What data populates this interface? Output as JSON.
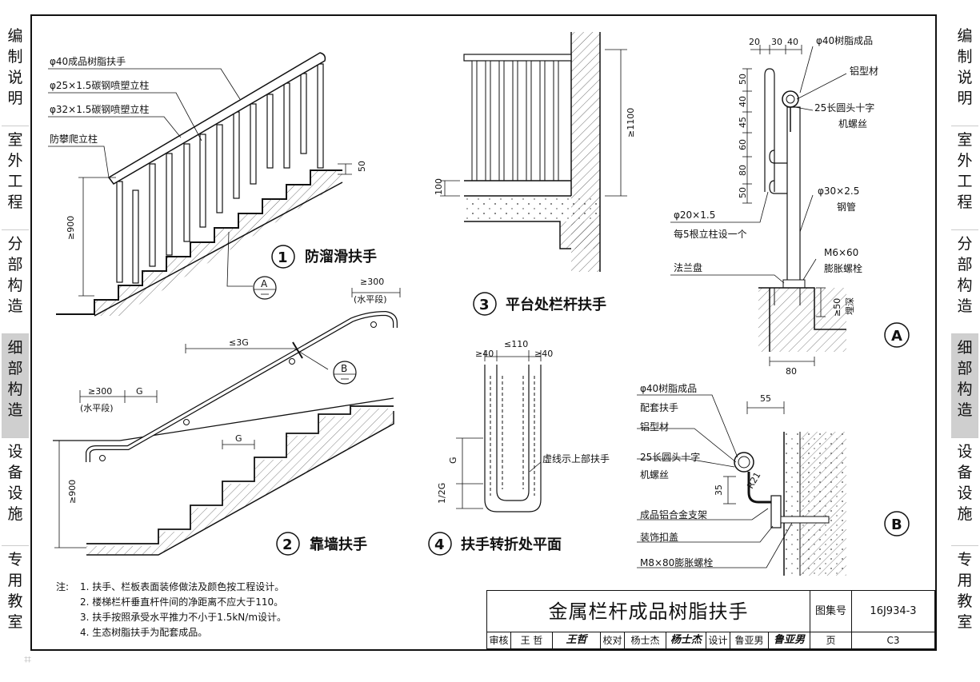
{
  "side_nav": {
    "left": [
      {
        "label": "编制说明",
        "active": false
      },
      {
        "label": "室外工程",
        "active": false
      },
      {
        "label": "分部构造",
        "active": false
      },
      {
        "label": "细部构造",
        "active": true
      },
      {
        "label": "设备设施",
        "active": false
      },
      {
        "label": "专用教室",
        "active": false
      }
    ],
    "right": [
      {
        "label": "编制说明",
        "active": false
      },
      {
        "label": "室外工程",
        "active": false
      },
      {
        "label": "分部构造",
        "active": false
      },
      {
        "label": "细部构造",
        "active": true
      },
      {
        "label": "设备设施",
        "active": false
      },
      {
        "label": "专用教室",
        "active": false
      }
    ]
  },
  "detail1": {
    "labels": [
      "φ40成品树脂扶手",
      "φ25×1.5碳钢喷塑立柱",
      "φ32×1.5碳钢喷塑立柱",
      "防攀爬立柱"
    ],
    "dim_height": "≥900",
    "dim_50": "50",
    "marker_num": "1",
    "title": "防溜滑扶手",
    "callout": "A"
  },
  "detail2": {
    "dim_top": "≥300",
    "dim_top_note": "(水平段)",
    "dim_3g": "≤3G",
    "dim_left": "≥300",
    "dim_left_g": "G",
    "dim_left_note": "(水平段)",
    "dim_g": "G",
    "dim_height": "≥900",
    "marker_num": "2",
    "title": "靠墙扶手",
    "callout": "B"
  },
  "detail3": {
    "dim_height": "≥1100",
    "dim_100": "100",
    "marker_num": "3",
    "title": "平台处栏杆扶手"
  },
  "detail4": {
    "dim_110": "≤110",
    "dim_40l": "≥40",
    "dim_40r": "≥40",
    "dim_g": "G",
    "dim_half": "1/2G",
    "note": "虚线示上部扶手",
    "marker_num": "4",
    "title": "扶手转折处平面"
  },
  "detailA": {
    "dims_top": [
      "20",
      "30",
      "40"
    ],
    "dims_vert": [
      "50",
      "40",
      "45",
      "60",
      "80",
      "50"
    ],
    "labels": [
      "φ40树脂成品",
      "铝型材",
      "25长圆头十字",
      "机螺丝",
      "φ30×2.5",
      "钢管",
      "φ20×1.5",
      "每5根立柱设一个",
      "M6×60",
      "膨胀螺栓",
      "法兰盘"
    ],
    "dim_50": "≥50",
    "dim_50_note": "埋深",
    "dim_80": "80",
    "marker": "A"
  },
  "detailB": {
    "labels": [
      "φ40树脂成品",
      "配套扶手",
      "铝型材",
      "25长圆头十字",
      "机螺丝",
      "成品铝合金支架",
      "装饰扣盖",
      "M8×80膨胀螺栓"
    ],
    "dim_55": "55",
    "dim_35": "35",
    "dim_r21": "R21",
    "marker": "B"
  },
  "notes": {
    "head": "注:",
    "items": [
      "1. 扶手、栏板表面装修做法及颜色按工程设计。",
      "2. 楼梯栏杆垂直杆件间的净距离不应大于110。",
      "3. 扶手按照承受水平推力不小于1.5kN/m设计。",
      "4. 生态树脂扶手为配套成品。"
    ]
  },
  "title_block": {
    "title": "金属栏杆成品树脂扶手",
    "atlas_label": "图集号",
    "atlas_value": "16J934-3",
    "review_label": "审核",
    "review_name": "王 哲",
    "review_sig": "王哲",
    "check_label": "校对",
    "check_name": "杨士杰",
    "check_sig": "杨士杰",
    "design_label": "设计",
    "design_name": "鲁亚男",
    "design_sig": "鲁亚男",
    "page_label": "页",
    "page_value": "C3"
  }
}
